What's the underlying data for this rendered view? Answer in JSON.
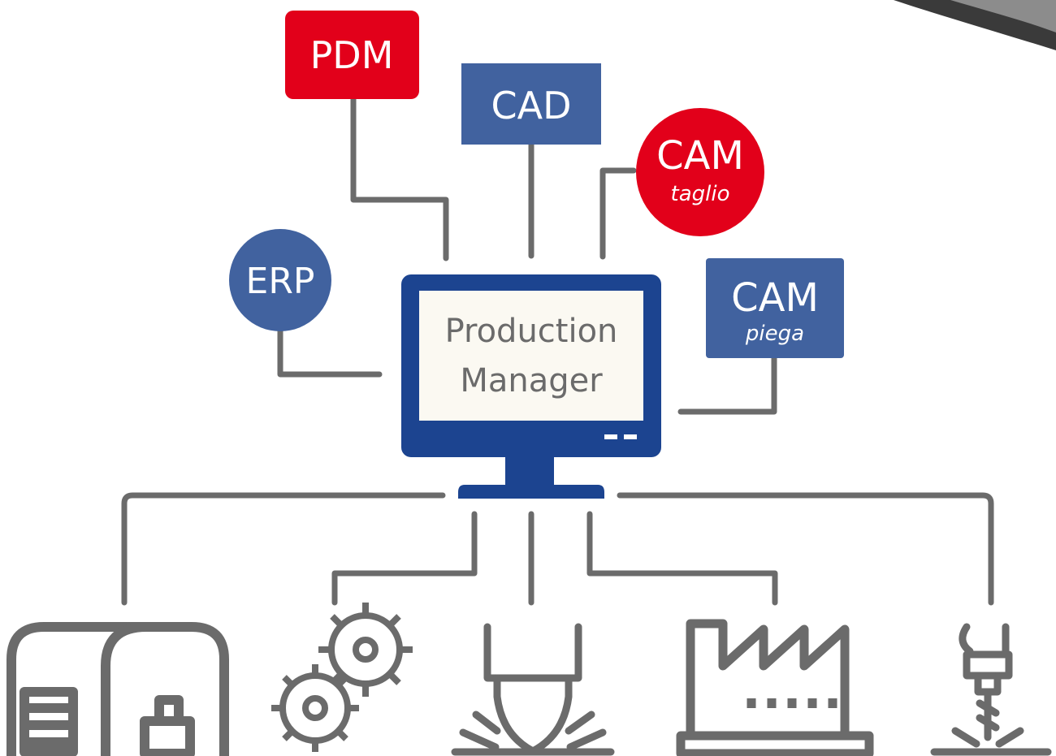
{
  "colors": {
    "red": "#e2001a",
    "blue": "#41629f",
    "navy": "#1c4490",
    "gray": "#6b6b6b",
    "screen": "#fbf9f2"
  },
  "nodes": {
    "pdm": {
      "label": "PDM",
      "shape": "rounded-rect",
      "color": "red"
    },
    "cad": {
      "label": "CAD",
      "shape": "rect",
      "color": "blue"
    },
    "cam_cut": {
      "label": "CAM",
      "sublabel": "taglio",
      "shape": "circle",
      "color": "red"
    },
    "erp": {
      "label": "ERP",
      "shape": "circle",
      "color": "blue"
    },
    "cam_bend": {
      "label": "CAM",
      "sublabel": "piega",
      "shape": "rounded-rect",
      "color": "blue"
    }
  },
  "center": {
    "line1": "Production",
    "line2": "Manager"
  },
  "devices": [
    {
      "icon": "warehouse-icon"
    },
    {
      "icon": "gears-icon"
    },
    {
      "icon": "laser-cutter-icon"
    },
    {
      "icon": "factory-icon"
    },
    {
      "icon": "milling-machine-icon"
    }
  ]
}
